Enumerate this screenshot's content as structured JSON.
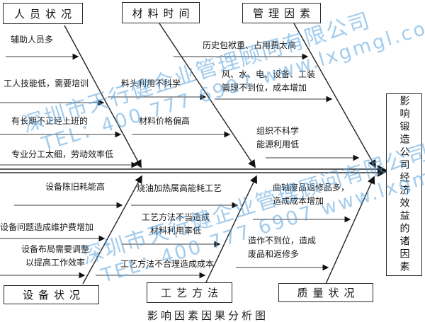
{
  "title": "影响因素因果分析图",
  "effect_box": "影响锻造公司经济效益的诸因素",
  "categories": {
    "personnel": {
      "label": "人员状况",
      "causes": [
        "辅助人员多",
        "工人技能低，需要培训",
        "有长期不正经上班的",
        "专业分工太细，劳动效率低"
      ]
    },
    "material": {
      "label": "材料时间",
      "causes": [
        "料头利用不科学",
        "材料价格偏高"
      ]
    },
    "management": {
      "label": "管理因素",
      "causes": [
        "历史包袱重、占用费太高",
        "风、水、电、设备、工装\n管理不到位，成本增加",
        "组织不科学\n能源利用低"
      ]
    },
    "equipment": {
      "label": "设备状况",
      "causes": [
        "设备陈旧耗能高",
        "设备问题造成维护费增加",
        "设备布局需要调整\n以提高工作效率"
      ]
    },
    "process": {
      "label": "工艺方法",
      "causes": [
        "烧油加热属高能耗工艺",
        "工艺方法不当造成\n材料利用率低",
        "工艺方法不合理造成成本"
      ]
    },
    "quality": {
      "label": "质量状况",
      "causes": [
        "曲轴废品返修品多，\n造成成本增加",
        "造作不到位，造成\n废品和返修多"
      ]
    }
  },
  "watermark": {
    "company": "深圳市天行健企业管理顾问有限公司",
    "contact": "TEL：400 777 6907 www.lxgmgl.com",
    "color": "#58a3dd"
  },
  "colors": {
    "line": "#333333",
    "arrowhead": "#111111",
    "background": "#ffffff"
  }
}
